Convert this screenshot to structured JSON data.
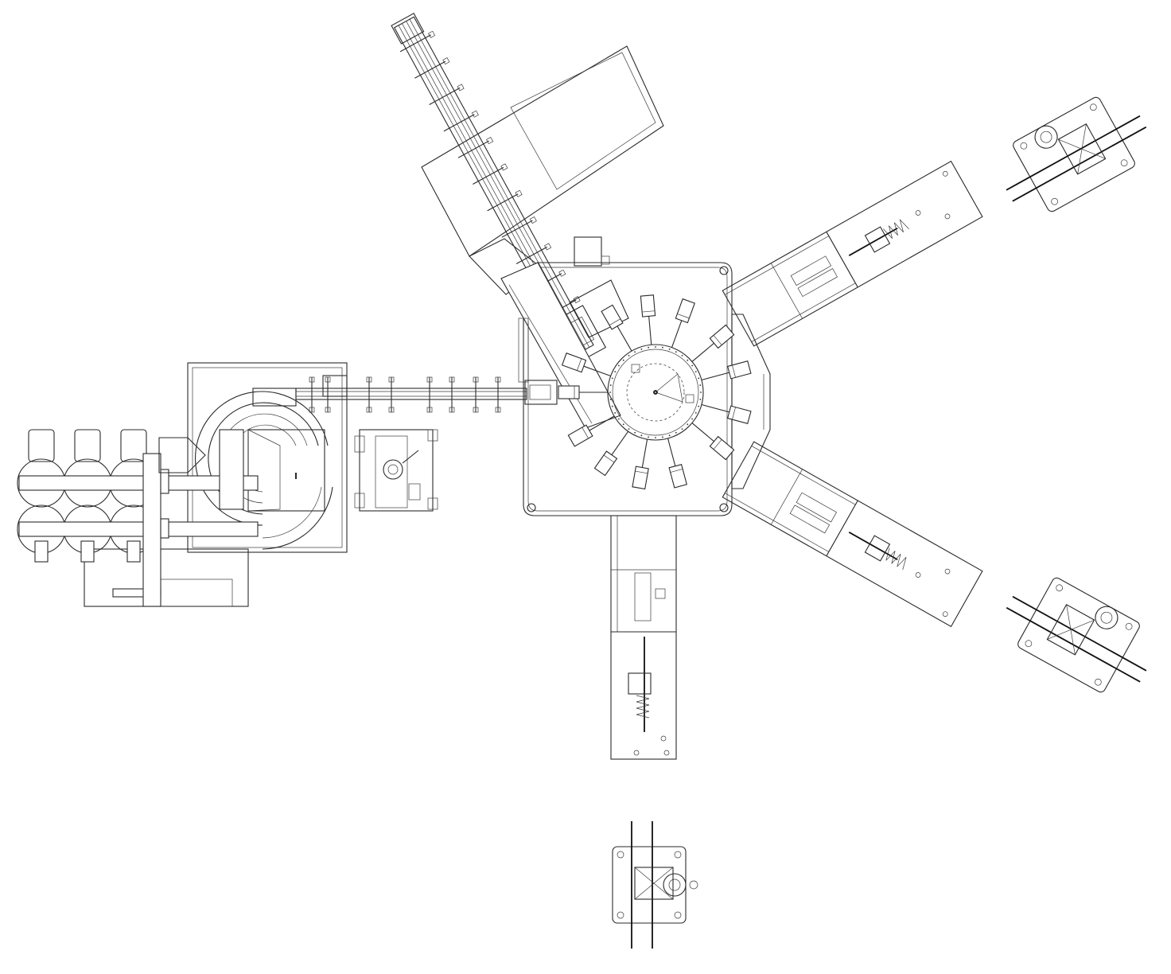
{
  "drawing": {
    "type": "machine-layout-plan",
    "line_color": "#2a2a2a",
    "background": "#ffffff",
    "components": [
      "central-rotary-station",
      "rotary-indexing-table",
      "upper-left-infeed-conveyor",
      "upper-left-hopper-panel",
      "left-transfer-conveyor",
      "left-feeder-assembly",
      "coil-feeder-unit",
      "tank-bank",
      "right-upper-arm",
      "right-lower-arm",
      "bottom-arm",
      "detail-view-top-right",
      "detail-view-right",
      "detail-view-bottom"
    ]
  }
}
